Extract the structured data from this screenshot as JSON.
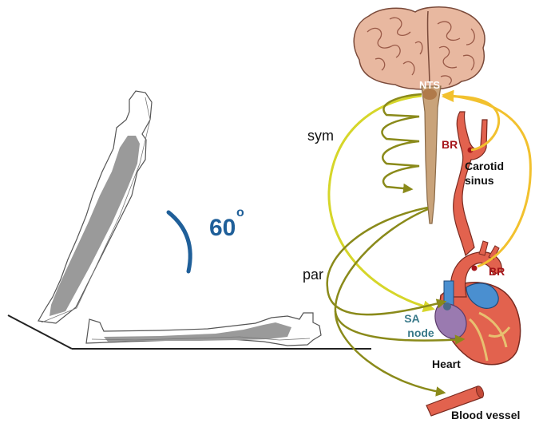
{
  "tilt": {
    "angle_value": "60",
    "degree_mark": "o"
  },
  "labels": {
    "nts": "NTS",
    "sym": "sym",
    "par": "par",
    "br_carotid": "BR",
    "carotid_line1": "Carotid",
    "carotid_line2": "sinus",
    "br_aortic": "BR",
    "sa_line1": "SA",
    "sa_line2": "node",
    "heart": "Heart",
    "blood_vessel": "Blood vessel"
  },
  "colors": {
    "sympathetic": "#d6d62a",
    "parasympathetic": "#8a8a1a",
    "afferent": "#f2c12e",
    "angle_arc": "#1f5f99",
    "baroreceptor": "#a5151a",
    "sa_node_text": "#3a7a8a",
    "brain": "#e8b8a0",
    "spinal_cord": "#c9a37a",
    "artery": "#e2624e",
    "heart_vein": "#4a8fd0"
  }
}
